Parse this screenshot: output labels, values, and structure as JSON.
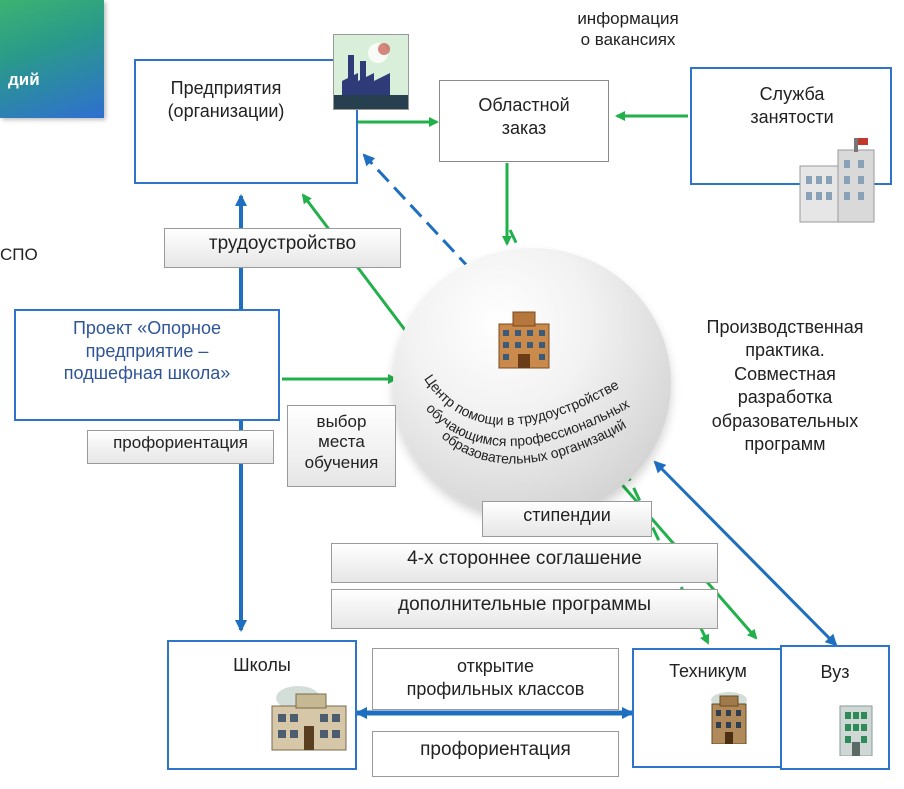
{
  "corner_banner": {
    "text": "дий",
    "color_top": "#3cb371",
    "color_bottom": "#2f6fd0"
  },
  "side_text": "СПО",
  "info_label": "информация\nо вакансиях",
  "enterprises": {
    "text": "Предприятия\n(организации)"
  },
  "regional_order": {
    "text": "Областной\nзаказ"
  },
  "employment_service": {
    "text": "Служба\nзанятости"
  },
  "employment_tag": "трудоустройство",
  "project": {
    "text": "Проект «Опорное\nпредприятие –\nподшефная школа»"
  },
  "career_guidance_tag": "профориентация",
  "choice_box": "выбор\nместа\nобучения",
  "center": {
    "text": "Центр помощи в трудоустройстве обучающимся профессиональных образовательных организаций"
  },
  "practice_text": "Производственная\nпрактика.\nСовместная\nразработка\nобразовательных\nпрограмм",
  "scholarships_tag": "стипендии",
  "agreement_tag": "4-х стороннее соглашение",
  "additional_programs_tag": "дополнительные программы",
  "schools": {
    "text": "Школы"
  },
  "profile_classes": "открытие\nпрофильных классов",
  "career_guidance_bottom": "профориентация",
  "technikum": {
    "text": "Техникум"
  },
  "university": {
    "text": "Вуз"
  },
  "colors": {
    "green": "#22b04b",
    "blue": "#1f6fc0",
    "box_border": "#2e74c8"
  }
}
